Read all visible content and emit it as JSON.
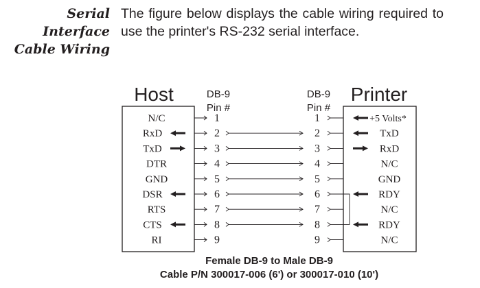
{
  "heading": {
    "line1": "Serial Interface",
    "line2": "Cable Wiring"
  },
  "paragraph": "The figure below displays the cable wiring required to use the printer's RS-232 serial interface.",
  "diagram": {
    "host_title": "Host",
    "printer_title": "Printer",
    "left_pin_header": [
      "DB-9",
      "Pin #"
    ],
    "right_pin_header": [
      "DB-9",
      "Pin #"
    ],
    "rows": [
      {
        "pin": "1",
        "host": "N/C",
        "host_arrow": "",
        "printer": "+5 Volts*",
        "printer_arrow": "in",
        "connected": false
      },
      {
        "pin": "2",
        "host": "RxD",
        "host_arrow": "in",
        "printer": "TxD",
        "printer_arrow": "in",
        "connected": true
      },
      {
        "pin": "3",
        "host": "TxD",
        "host_arrow": "out",
        "printer": "RxD",
        "printer_arrow": "out",
        "connected": true
      },
      {
        "pin": "4",
        "host": "DTR",
        "host_arrow": "",
        "printer": "N/C",
        "printer_arrow": "",
        "connected": true
      },
      {
        "pin": "5",
        "host": "GND",
        "host_arrow": "",
        "printer": "GND",
        "printer_arrow": "",
        "connected": true
      },
      {
        "pin": "6",
        "host": "DSR",
        "host_arrow": "in",
        "printer": "RDY",
        "printer_arrow": "in",
        "connected": true
      },
      {
        "pin": "7",
        "host": "RTS",
        "host_arrow": "",
        "printer": "N/C",
        "printer_arrow": "",
        "connected": true
      },
      {
        "pin": "8",
        "host": "CTS",
        "host_arrow": "in",
        "printer": "RDY",
        "printer_arrow": "in",
        "connected": true
      },
      {
        "pin": "9",
        "host": "RI",
        "host_arrow": "",
        "printer": "N/C",
        "printer_arrow": "",
        "connected": false
      }
    ],
    "caption_line1": "Female DB-9 to Male DB-9",
    "caption_line2": "Cable P/N 300017-006 (6') or 300017-010 (10')"
  }
}
